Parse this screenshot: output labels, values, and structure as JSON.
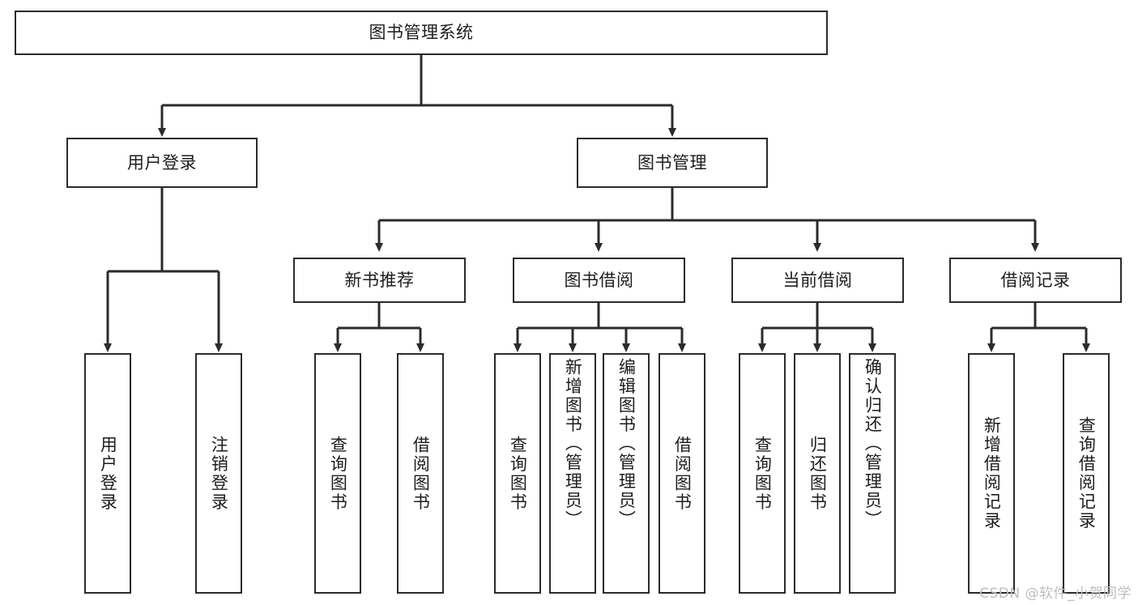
{
  "diagram": {
    "type": "tree-hierarchy",
    "title": "图书管理系统",
    "orientation": "top-down",
    "colors": {
      "box_border": "#2b2b2b",
      "box_fill": "#ffffff",
      "connector": "#2b2b2b",
      "text": "#1d1d1d",
      "watermark": "#bdbdbd",
      "background": "#ffffff"
    },
    "watermark": "CSDN @软件_小贺同学",
    "nodes": {
      "root": {
        "label": "图书管理系统"
      },
      "level2": [
        {
          "id": "user-login",
          "label": "用户登录"
        },
        {
          "id": "book-manage",
          "label": "图书管理"
        }
      ],
      "level3": [
        {
          "id": "new-book-recommend",
          "label": "新书推荐"
        },
        {
          "id": "book-borrow",
          "label": "图书借阅"
        },
        {
          "id": "current-borrow",
          "label": "当前借阅"
        },
        {
          "id": "borrow-record",
          "label": "借阅记录"
        }
      ],
      "leaves": {
        "user_login": [
          {
            "id": "leaf-user-login",
            "label": "用户登录"
          },
          {
            "id": "leaf-logout",
            "label": "注销登录"
          }
        ],
        "new_book_recommend": [
          {
            "id": "leaf-query-book-1",
            "label": "查询图书"
          },
          {
            "id": "leaf-borrow-book-1",
            "label": "借阅图书"
          }
        ],
        "book_borrow": [
          {
            "id": "leaf-query-book-2",
            "label": "查询图书"
          },
          {
            "id": "leaf-add-book",
            "label": "新增图书（管理员）"
          },
          {
            "id": "leaf-edit-book",
            "label": "编辑图书（管理员）"
          },
          {
            "id": "leaf-borrow-book-2",
            "label": "借阅图书"
          }
        ],
        "current_borrow": [
          {
            "id": "leaf-query-book-3",
            "label": "查询图书"
          },
          {
            "id": "leaf-return-book",
            "label": "归还图书"
          },
          {
            "id": "leaf-confirm-return",
            "label": "确认归还（管理员）"
          }
        ],
        "borrow_record": [
          {
            "id": "leaf-add-record",
            "label": "新增借阅记录"
          },
          {
            "id": "leaf-query-record",
            "label": "查询借阅记录"
          }
        ]
      }
    }
  }
}
